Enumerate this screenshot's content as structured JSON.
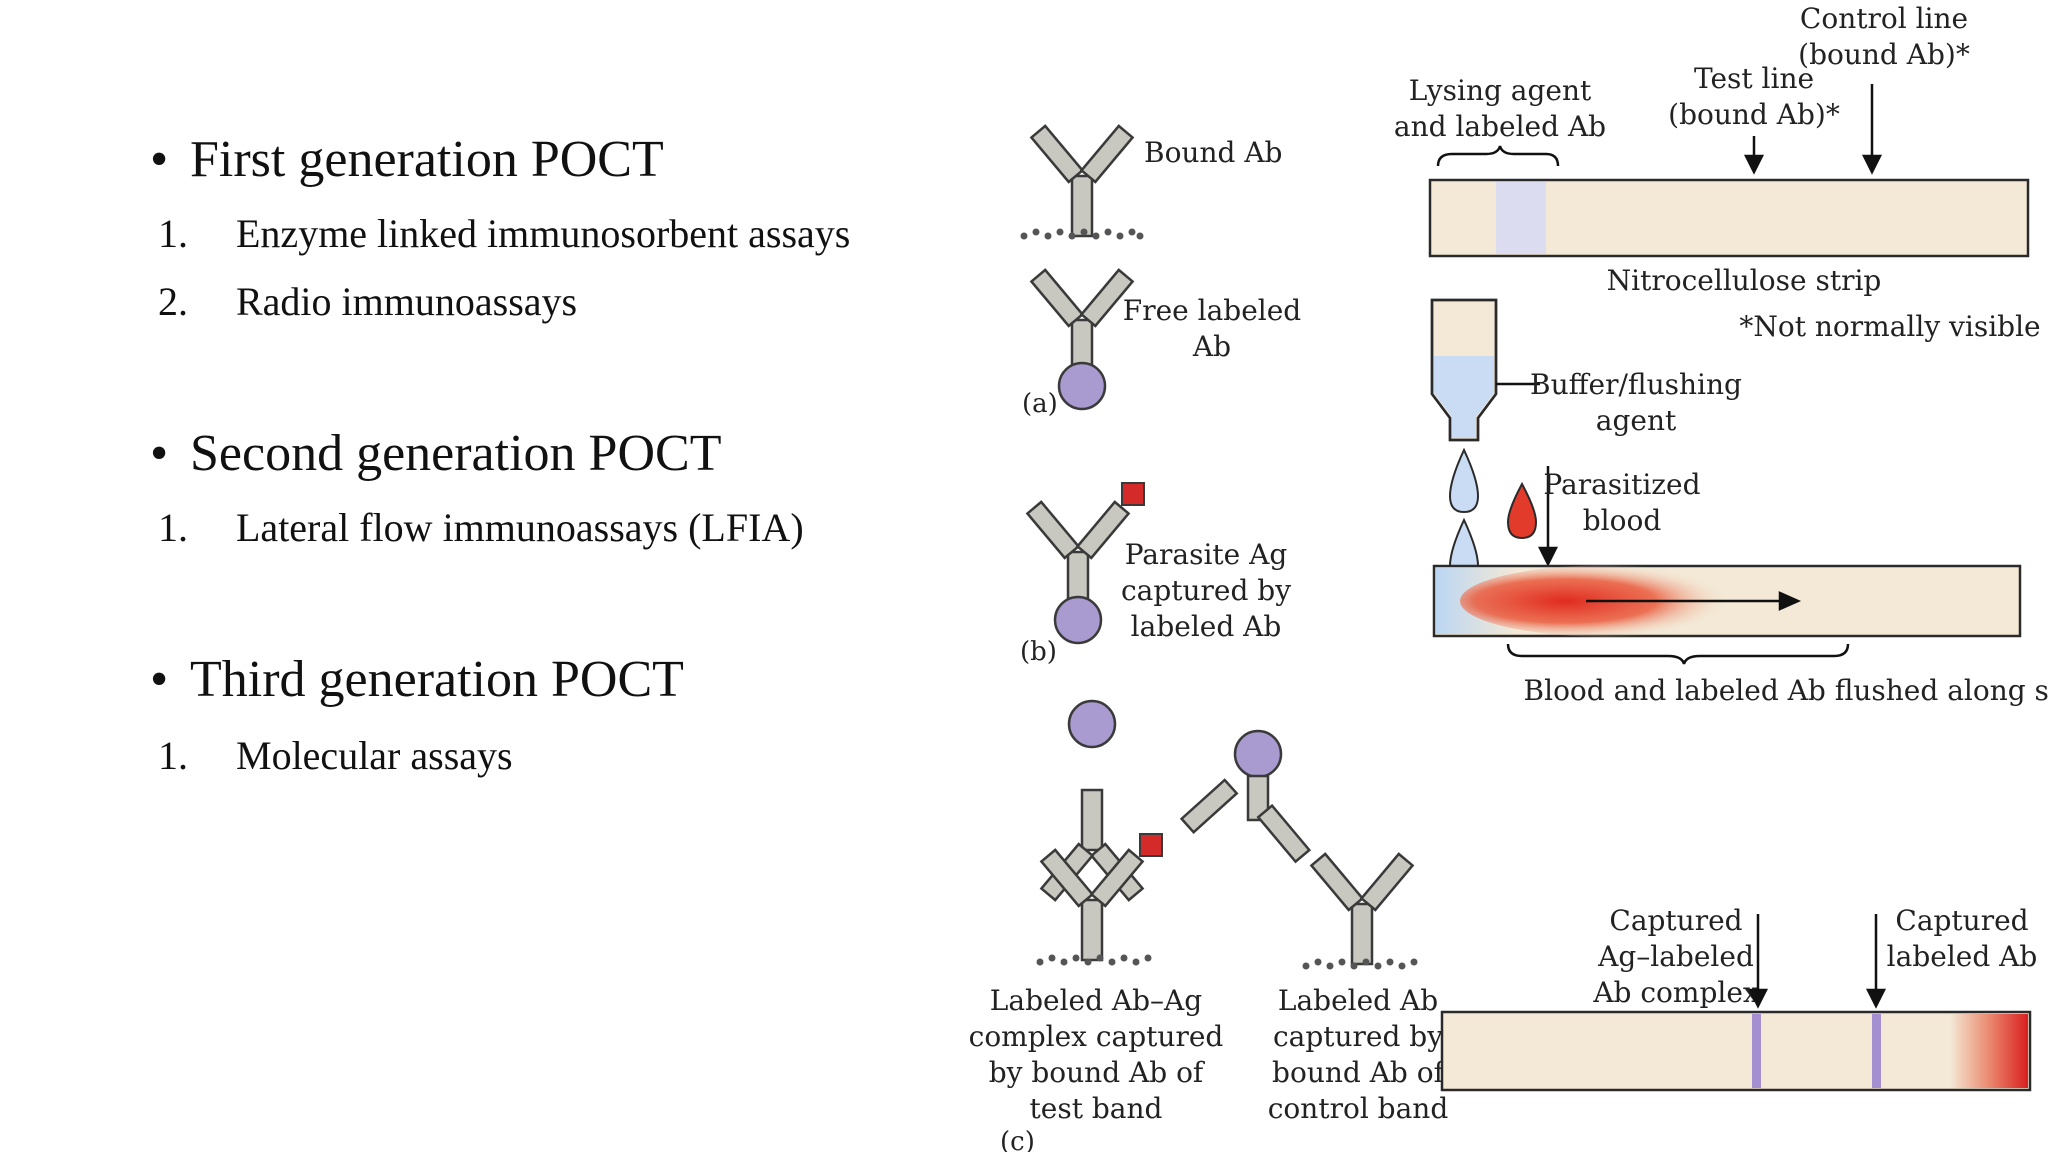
{
  "left": {
    "sections": [
      {
        "title": "First generation POCT",
        "items": [
          "Enzyme linked immunosorbent assays",
          "Radio immunoassays"
        ]
      },
      {
        "title": "Second generation POCT",
        "items": [
          "Lateral flow immunoassays (LFIA)"
        ]
      },
      {
        "title": "Third generation POCT",
        "items": [
          "Molecular assays"
        ]
      }
    ],
    "bullet_symbol": "•",
    "numbers": [
      "1.",
      "2."
    ]
  },
  "diagram": {
    "labels": {
      "bound_ab": "Bound Ab",
      "free_labeled_ab_1": "Free labeled",
      "free_labeled_ab_2": "Ab",
      "panel_a": "(a)",
      "parasite_ag_1": "Parasite Ag",
      "parasite_ag_2": "captured by",
      "parasite_ag_3": "labeled Ab",
      "panel_b": "(b)",
      "complex_1": "Labeled Ab–Ag",
      "complex_2": "complex captured",
      "complex_3": "by bound Ab of",
      "complex_4": "test band",
      "control_1": "Labeled Ab",
      "control_2": "captured by",
      "control_3": "bound Ab of",
      "control_4": "control band",
      "panel_c": "(c)",
      "control_line_1": "Control line",
      "control_line_2": "(bound Ab)*",
      "test_line_1": "Test line",
      "test_line_2": "(bound Ab)*",
      "lysing_1": "Lysing agent",
      "lysing_2": "and labeled Ab",
      "nitrocellulose": "Nitrocellulose strip",
      "not_visible": "*Not normally visible",
      "buffer_1": "Buffer/flushing",
      "buffer_2": "agent",
      "parasitized_1": "Parasitized",
      "parasitized_2": "blood",
      "flushed": "Blood and labeled Ab flushed along strip",
      "captured_ag_1": "Captured",
      "captured_ag_2": "Ag–labeled",
      "captured_ag_3": "Ab complex",
      "captured_lab_1": "Captured",
      "captured_lab_2": "labeled Ab"
    },
    "colors": {
      "antibody_fill": "#c8c8c0",
      "antibody_stroke": "#3a3a3a",
      "label_sphere": "#a99bd0",
      "antigen": "#d42a2a",
      "strip_fill": "#f3e9d6",
      "strip_stroke": "#2a2a2a",
      "lysing_pad": "#dcdcf0",
      "buffer_liquid": "#c9dcf3",
      "blood": "#e23b2b",
      "band": "#a48fd0"
    }
  }
}
